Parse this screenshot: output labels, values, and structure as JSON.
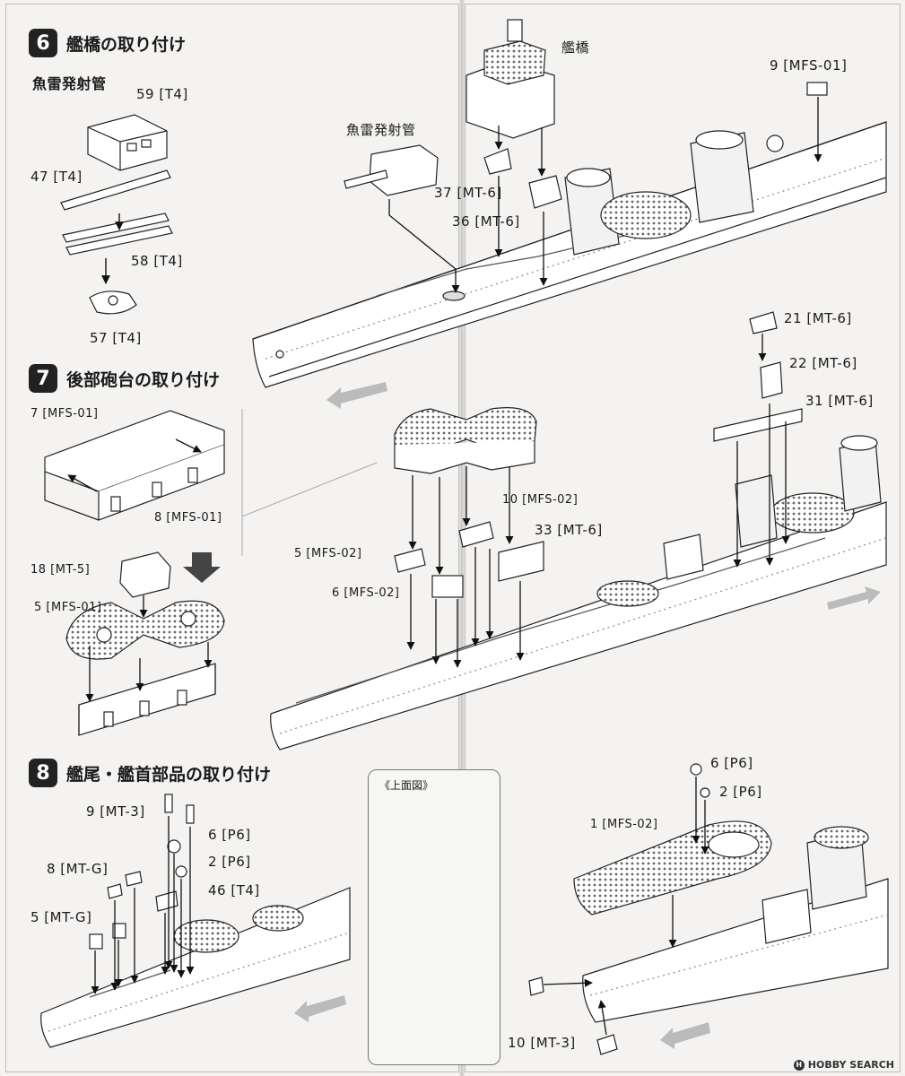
{
  "step6": {
    "number": "6",
    "title": "艦橋の取り付け"
  },
  "step7": {
    "number": "7",
    "title": "後部砲台の取り付け"
  },
  "step8": {
    "number": "8",
    "title": "艦尾・艦首部品の取り付け"
  },
  "labels6": {
    "torpedo_head": "魚雷発射管",
    "p59": "59 [T4]",
    "p47": "47 [T4]",
    "p58": "58 [T4]",
    "p57": "57 [T4]",
    "bridge": "艦橋",
    "torpedo_ship": "魚雷発射管",
    "p37": "37 [MT-6]",
    "p36": "36 [MT-6]",
    "p9mfs": "9 [MFS-01]"
  },
  "labels7": {
    "p7mfs01": "7 [MFS-01]",
    "p8mfs01": "8 [MFS-01]",
    "p18mt5": "18 [MT-5]",
    "p5mfs01": "5 [MFS-01]",
    "p21mt6": "21 [MT-6]",
    "p22mt6": "22 [MT-6]",
    "p31mt6": "31 [MT-6]",
    "p10mfs02": "10 [MFS-02]",
    "p33mt6": "33 [MT-6]",
    "p5mfs02": "5 [MFS-02]",
    "p6mfs02": "6 [MFS-02]"
  },
  "labels8": {
    "p9mt3": "9 [MT-3]",
    "p6p6_left": "6 [P6]",
    "p2p6_left": "2 [P6]",
    "p8mtg": "8 [MT-G]",
    "p46t4": "46 [T4]",
    "p5mtg": "5 [MT-G]",
    "topview": "《上面図》",
    "p6p6_right": "6 [P6]",
    "p2p6_right": "2 [P6]",
    "p1mfs02": "1 [MFS-02]",
    "p10mt3": "10 [MT-3]"
  },
  "watermark": {
    "brand": "HOBBY SEARCH",
    "icon": "hobby-search-logo"
  }
}
